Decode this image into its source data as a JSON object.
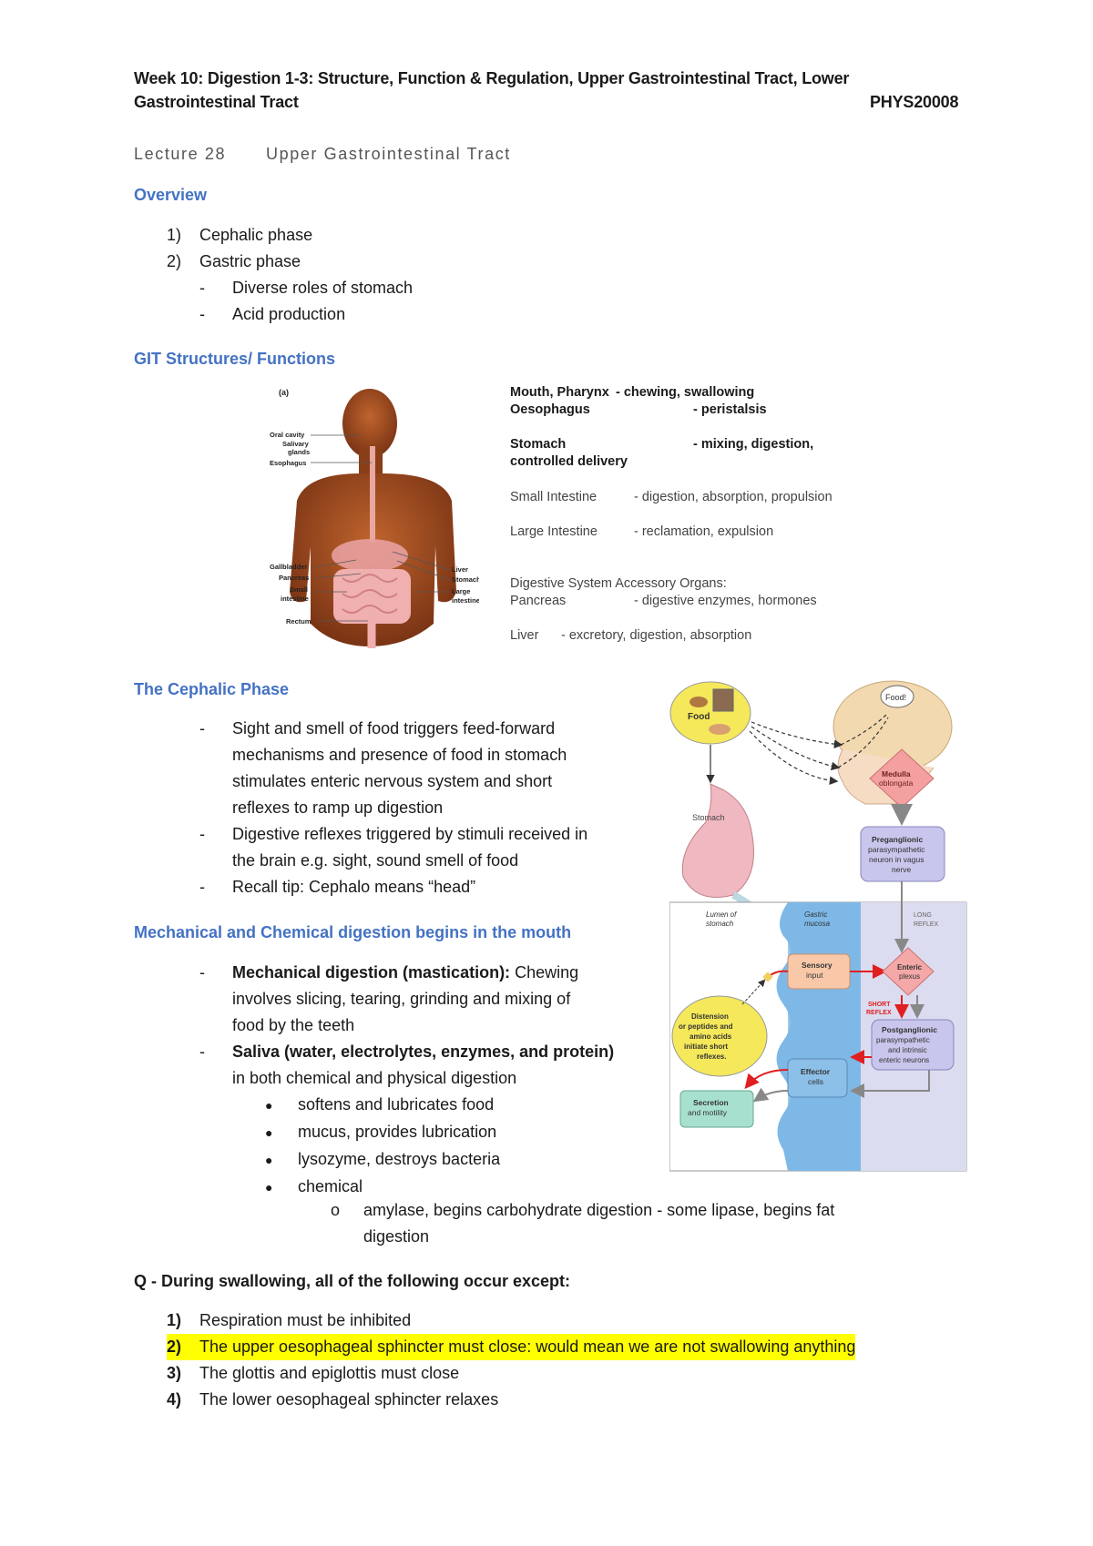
{
  "header": {
    "line1": "Week 10: Digestion 1-3: Structure, Function & Regulation, Upper Gastrointestinal Tract, Lower",
    "line2": "Gastrointestinal Tract",
    "course_code": "PHYS20008"
  },
  "lecture": {
    "number": "Lecture 28",
    "title": "Upper Gastrointestinal Tract"
  },
  "overview": {
    "heading": "Overview",
    "items": [
      {
        "num": "1)",
        "label": "Cephalic phase"
      },
      {
        "num": "2)",
        "label": "Gastric phase"
      }
    ],
    "subitems": [
      "Diverse roles of stomach",
      "Acid production"
    ]
  },
  "git": {
    "heading": "GIT Structures/ Functions",
    "figure": {
      "panel": "(a)",
      "labels_left": [
        "Oral cavity",
        "Salivary glands",
        "Esophagus",
        "Gallbladder",
        "Pancreas",
        "Small intestine",
        "Rectum"
      ],
      "labels_right": [
        "Liver",
        "Stomach",
        "Large intestine"
      ]
    },
    "functions": [
      {
        "organ": "Mouth, Pharynx",
        "fn": "- chewing, swallowing"
      },
      {
        "organ": "Oesophagus",
        "fn": "- peristalsis"
      },
      {
        "organ": "Stomach",
        "fn": "- mixing, digestion,"
      },
      {
        "organ": "controlled delivery",
        "fn": ""
      },
      {
        "organ": "Small Intestine",
        "fn": "- digestion, absorption, propulsion"
      },
      {
        "organ": "Large Intestine",
        "fn": "- reclamation, expulsion"
      },
      {
        "organ": "Digestive System Accessory Organs:",
        "fn": ""
      },
      {
        "organ": "Pancreas",
        "fn": "- digestive enzymes, hormones"
      },
      {
        "organ": "Liver",
        "fn": "- excretory, digestion, absorption"
      }
    ]
  },
  "cephalic": {
    "heading": "The Cephalic Phase",
    "bullets": [
      "Sight and smell of food triggers feed-forward mechanisms and presence of food in stomach stimulates enteric nervous system and short reflexes to ramp up digestion",
      "Digestive reflexes triggered by stimuli received in the brain e.g. sight, sound smell of food",
      "Recall tip: Cephalo means “head”"
    ],
    "bullet_lines": [
      [
        "Sight and smell of food triggers feed-forward",
        "mechanisms and presence of food in stomach",
        "stimulates enteric nervous system and short",
        "reflexes to ramp up digestion"
      ],
      [
        "Digestive reflexes triggered by stimuli received in",
        "the brain e.g. sight, sound smell of food"
      ],
      [
        "Recall tip: Cephalo means “head”"
      ]
    ],
    "figure": {
      "food": "Food",
      "thought": "Food!",
      "medulla": "Medulla oblongata",
      "stomach": "Stomach",
      "preganglionic": "Preganglionic parasympathetic neuron in vagus nerve",
      "lumen": "Lumen of stomach",
      "mucosa": "Gastric mucosa",
      "long_reflex": "LONG REFLEX",
      "sensory": "Sensory input",
      "enteric": "Enteric plexus",
      "short_reflex": "SHORT REFLEX",
      "distension": "Distension or peptides and amino acids initiate short reflexes.",
      "postganglionic": "Postganglionic parasympathetic and intrinsic enteric neurons",
      "effector": "Effector cells",
      "secretion": "Secretion and motility"
    }
  },
  "mouth": {
    "heading": "Mechanical and Chemical digestion begins in the mouth",
    "b1_bold": "Mechanical digestion (mastication):",
    "b1_rest": " Chewing",
    "b1_line2": "involves slicing, tearing, grinding and mixing of",
    "b1_line3": "food by the teeth",
    "b2_bold": "Saliva (water, electrolytes, enzymes, and protein)",
    "b2_line2": "in both chemical and physical digestion",
    "saliva_points": [
      "softens and lubricates food",
      "mucus, provides lubrication",
      "lysozyme, destroys bacteria",
      "chemical"
    ],
    "chemical_sub_line1": "amylase, begins carbohydrate digestion - some lipase, begins fat",
    "chemical_sub_line2": "digestion"
  },
  "question": {
    "prompt": "Q - During swallowing, all of the following occur except:",
    "options": [
      {
        "num": "1)",
        "text": "Respiration must be inhibited",
        "highlighted": false
      },
      {
        "num": "2)",
        "text": "The upper oesophageal sphincter must close: would mean we are not swallowing anything",
        "highlighted": true
      },
      {
        "num": "3)",
        "text": "The glottis and epiglottis must close",
        "highlighted": false
      },
      {
        "num": "4)",
        "text": "The lower oesophageal sphincter relaxes",
        "highlighted": false
      }
    ]
  },
  "colors": {
    "heading_blue": "#4472c4",
    "highlight": "#ffff00"
  }
}
